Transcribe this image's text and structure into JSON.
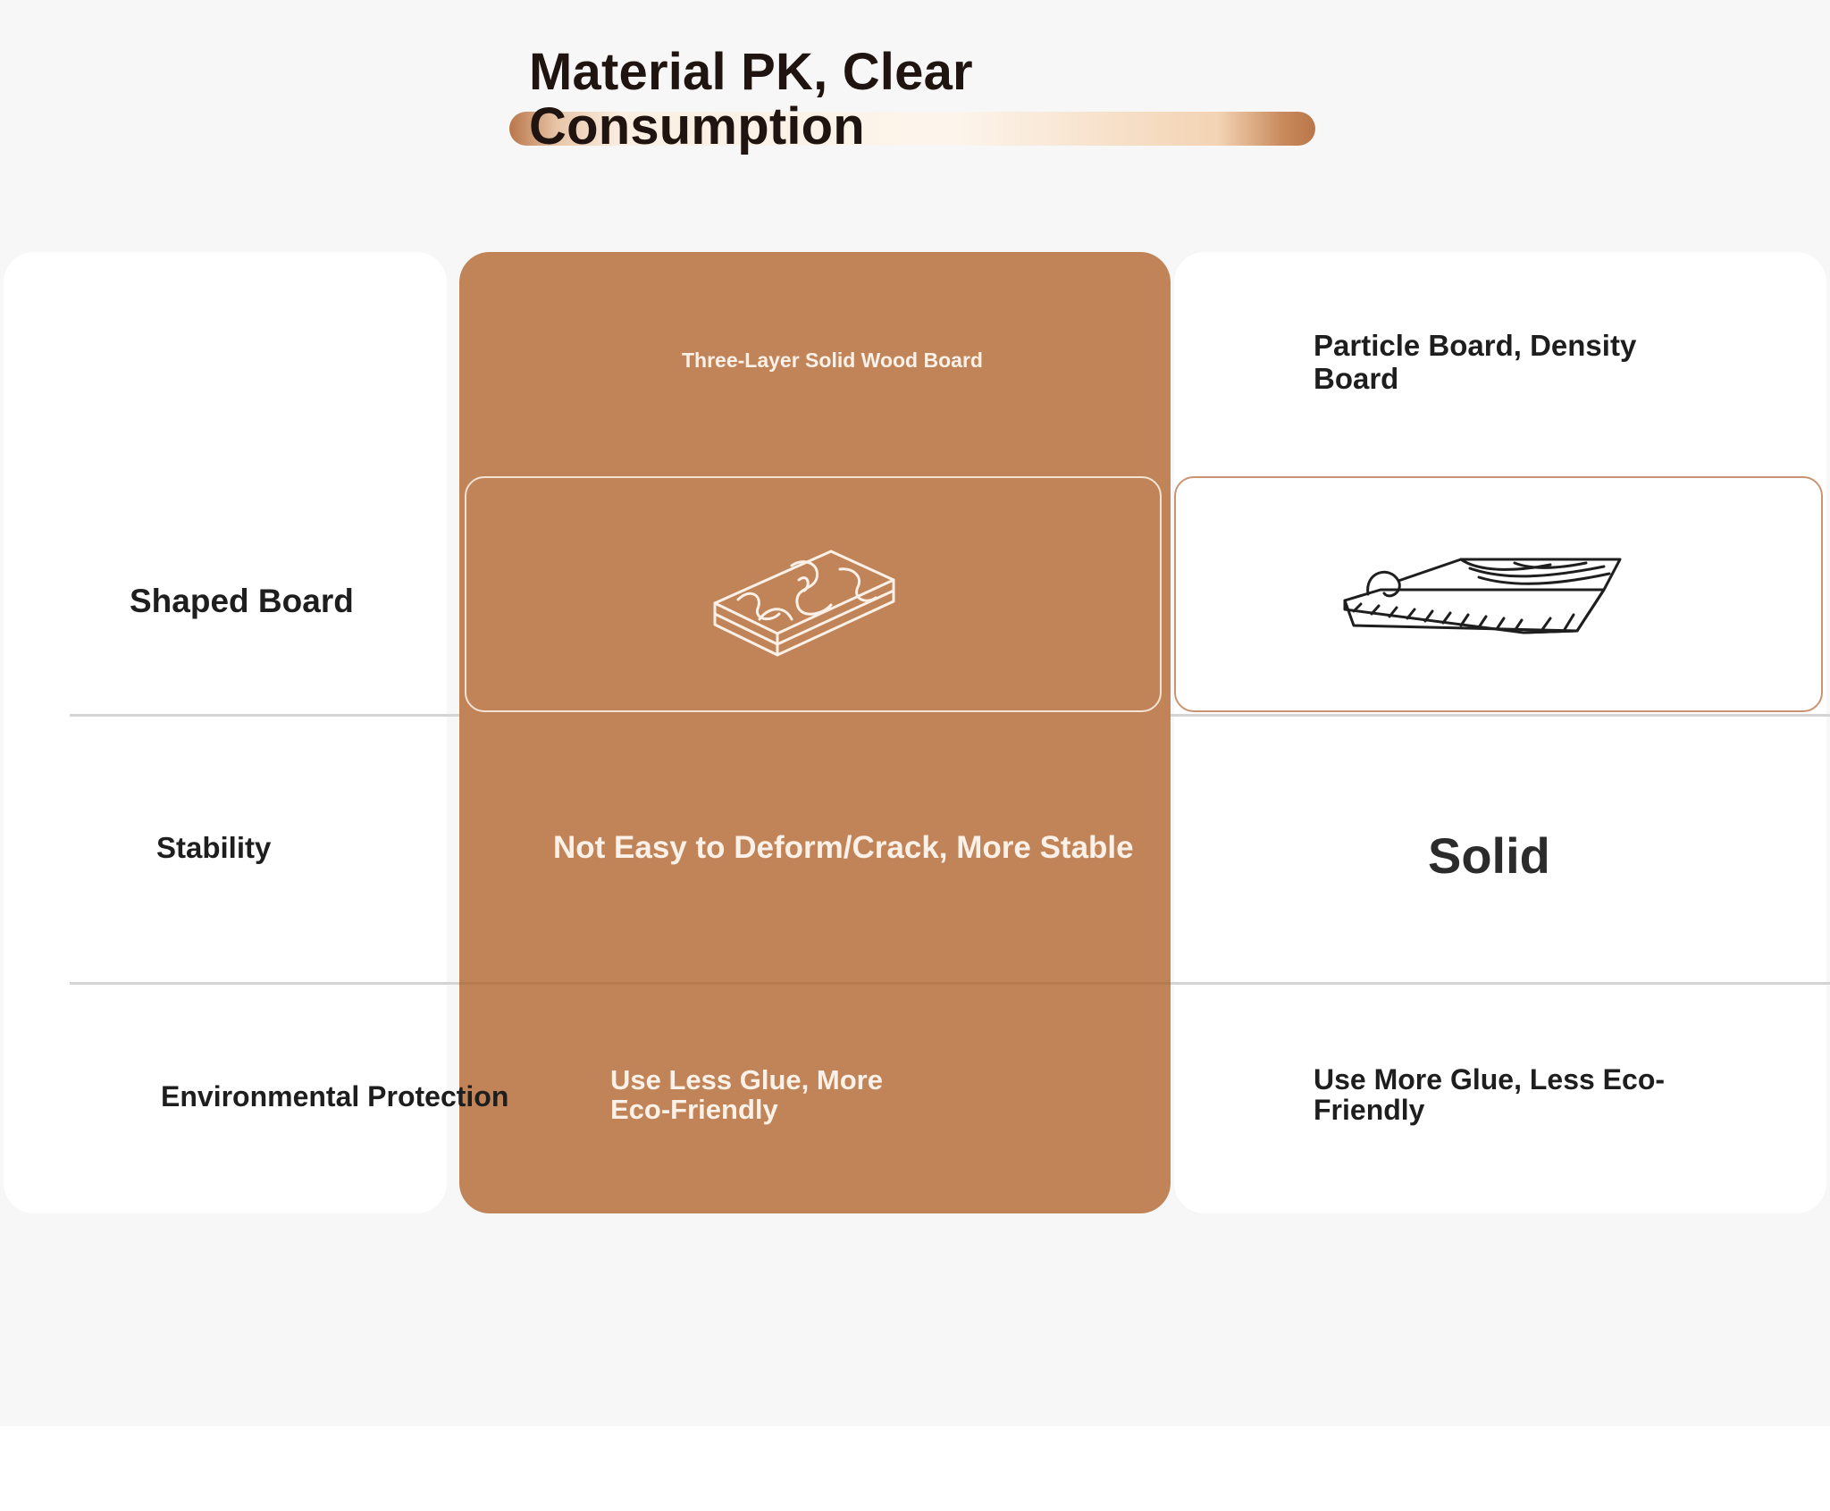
{
  "title": "Material PK, Clear\nConsumption",
  "rows": {
    "shaped_board_label": "Shaped Board",
    "stability_label": "Stability",
    "environmental_label": "Environmental Protection"
  },
  "featured": {
    "name": "Three-Layer Solid Wood Board",
    "icon": "layered-wood-board-icon",
    "stability": "Not Easy to Deform/Crack, More Stable",
    "environmental": "Use Less Glue, More Eco-Friendly"
  },
  "comparison": {
    "name": "Particle Board, Density Board",
    "icon": "veneer-roll-board-icon",
    "stability": "Solid",
    "environmental": "Use More Glue, Less Eco-Friendly"
  },
  "colors": {
    "accent": "#c08458",
    "background": "#f7f7f7",
    "panel": "#ffffff",
    "text_dark": "#1e1e1e",
    "text_light": "#fbf1e8"
  }
}
